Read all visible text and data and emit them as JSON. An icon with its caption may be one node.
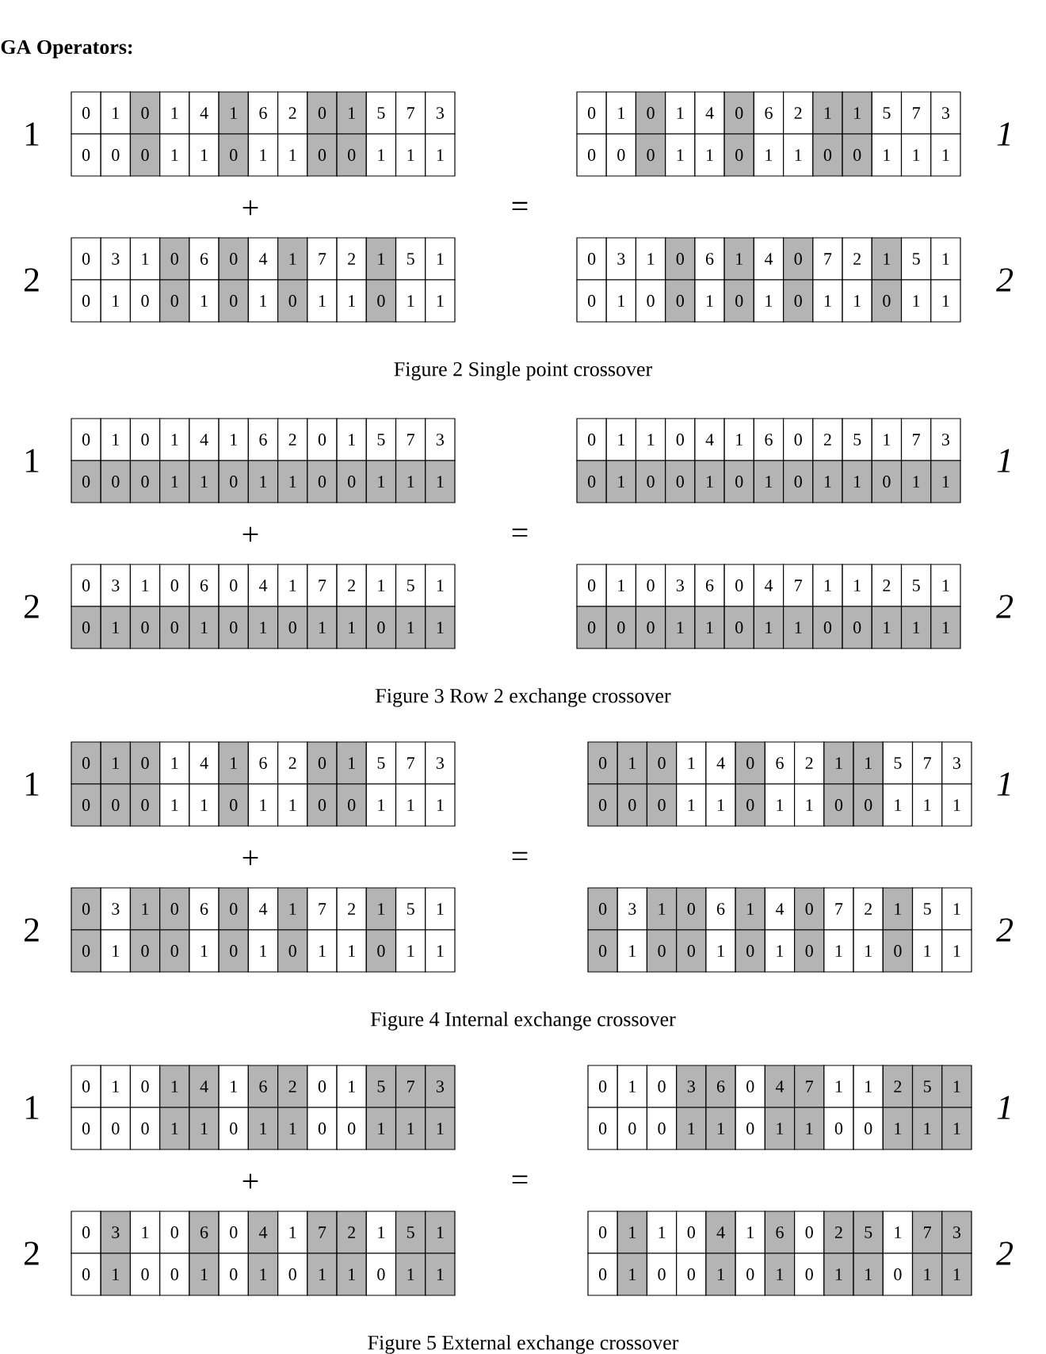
{
  "diagram": {
    "title": "GA Operators:",
    "labels": [
      "1",
      "0",
      "1",
      "0",
      "1",
      "4",
      "1",
      "6",
      "2",
      "0",
      "1",
      "5",
      "7",
      "3",
      "0",
      "0",
      "0",
      "1",
      "1",
      "0",
      "1",
      "1",
      "0",
      "0",
      "1",
      "1",
      "1",
      "0",
      "1",
      "0",
      "1",
      "4",
      "0",
      "6",
      "2",
      "1",
      "1",
      "5",
      "7",
      "3",
      "0",
      "0",
      "0",
      "1",
      "1",
      "0",
      "1",
      "1",
      "0",
      "0",
      "1",
      "1",
      "1",
      "1",
      "+",
      "=",
      "2",
      "0",
      "3",
      "1",
      "0",
      "6",
      "0",
      "4",
      "1",
      "7",
      "2",
      "1",
      "5",
      "1",
      "0",
      "1",
      "0",
      "0",
      "1",
      "0",
      "1",
      "0",
      "1",
      "1",
      "0",
      "1",
      "1",
      "0",
      "3",
      "1",
      "0",
      "6",
      "1",
      "4",
      "0",
      "7",
      "2",
      "1",
      "5",
      "1",
      "0",
      "1",
      "0",
      "0",
      "1",
      "0",
      "1",
      "0",
      "1",
      "1",
      "0",
      "1",
      "1",
      "2",
      "Figure 2 Single point crossover",
      "1",
      "0",
      "1",
      "0",
      "1",
      "4",
      "1",
      "6",
      "2",
      "0",
      "1",
      "5",
      "7",
      "3",
      "0",
      "0",
      "0",
      "1",
      "1",
      "0",
      "1",
      "1",
      "0",
      "0",
      "1",
      "1",
      "1",
      "0",
      "1",
      "1",
      "0",
      "4",
      "1",
      "6",
      "0",
      "2",
      "5",
      "1",
      "7",
      "3",
      "0",
      "1",
      "0",
      "0",
      "1",
      "0",
      "1",
      "0",
      "1",
      "1",
      "0",
      "1",
      "1",
      "1",
      "+",
      "=",
      "2",
      "0",
      "3",
      "1",
      "0",
      "6",
      "0",
      "4",
      "1",
      "7",
      "2",
      "1",
      "5",
      "1",
      "0",
      "1",
      "0",
      "0",
      "1",
      "0",
      "1",
      "0",
      "1",
      "1",
      "0",
      "1",
      "1",
      "0",
      "1",
      "0",
      "3",
      "6",
      "0",
      "4",
      "7",
      "1",
      "1",
      "2",
      "5",
      "1",
      "0",
      "0",
      "0",
      "1",
      "1",
      "0",
      "1",
      "1",
      "0",
      "0",
      "1",
      "1",
      "1",
      "2",
      "Figure 3 Row 2 exchange crossover",
      "1",
      "0",
      "1",
      "0",
      "1",
      "4",
      "1",
      "6",
      "2",
      "0",
      "1",
      "5",
      "7",
      "3",
      "0",
      "0",
      "0",
      "1",
      "1",
      "0",
      "1",
      "1",
      "0",
      "0",
      "1",
      "1",
      "1",
      "0",
      "1",
      "0",
      "1",
      "4",
      "0",
      "6",
      "2",
      "1",
      "1",
      "5",
      "7",
      "3",
      "0",
      "0",
      "0",
      "1",
      "1",
      "0",
      "1",
      "1",
      "0",
      "0",
      "1",
      "1",
      "1",
      "1",
      "+",
      "=",
      "2",
      "0",
      "3",
      "1",
      "0",
      "6",
      "0",
      "4",
      "1",
      "7",
      "2",
      "1",
      "5",
      "1",
      "0",
      "1",
      "0",
      "0",
      "1",
      "0",
      "1",
      "0",
      "1",
      "1",
      "0",
      "1",
      "1",
      "0",
      "3",
      "1",
      "0",
      "6",
      "1",
      "4",
      "0",
      "7",
      "2",
      "1",
      "5",
      "1",
      "0",
      "1",
      "0",
      "0",
      "1",
      "0",
      "1",
      "0",
      "1",
      "1",
      "0",
      "1",
      "1",
      "2",
      "Figure 4 Internal exchange crossover",
      "1",
      "0",
      "1",
      "0",
      "1",
      "4",
      "1",
      "6",
      "2",
      "0",
      "1",
      "5",
      "7",
      "3",
      "0",
      "0",
      "0",
      "1",
      "1",
      "0",
      "1",
      "1",
      "0",
      "0",
      "1",
      "1",
      "1",
      "0",
      "1",
      "0",
      "3",
      "6",
      "0",
      "4",
      "7",
      "1",
      "1",
      "2",
      "5",
      "1",
      "0",
      "0",
      "0",
      "1",
      "1",
      "0",
      "1",
      "1",
      "0",
      "0",
      "1",
      "1",
      "1",
      "1",
      "+",
      "=",
      "2",
      "0",
      "3",
      "1",
      "0",
      "6",
      "0",
      "4",
      "1",
      "7",
      "2",
      "1",
      "5",
      "1",
      "0",
      "1",
      "0",
      "0",
      "1",
      "0",
      "1",
      "0",
      "1",
      "1",
      "0",
      "1",
      "1",
      "0",
      "1",
      "1",
      "0",
      "4",
      "1",
      "6",
      "0",
      "2",
      "5",
      "1",
      "7",
      "3",
      "0",
      "1",
      "0",
      "0",
      "1",
      "0",
      "1",
      "0",
      "1",
      "1",
      "0",
      "1",
      "1",
      "2",
      "Figure 5 External exchange crossover"
    ]
  }
}
